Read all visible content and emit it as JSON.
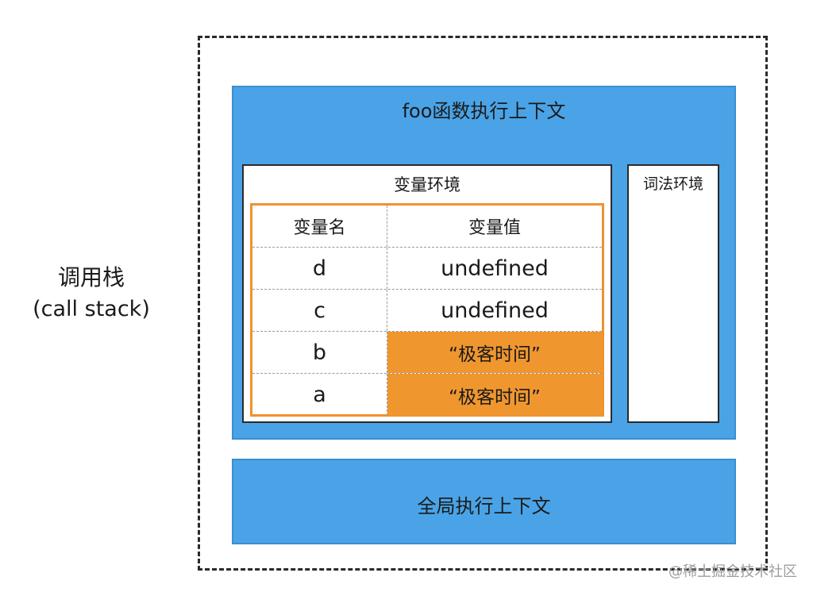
{
  "call_stack": {
    "title": "调用栈",
    "subtitle": "(call stack)"
  },
  "foo_context": {
    "title": "foo函数执行上下文",
    "variable_environment": {
      "title": "变量环境",
      "table": {
        "headers": [
          "变量名",
          "变量值"
        ],
        "rows": [
          {
            "name": "d",
            "value": "undefined",
            "highlighted": false
          },
          {
            "name": "c",
            "value": "undefined",
            "highlighted": false
          },
          {
            "name": "b",
            "value": "“极客时间”",
            "highlighted": true
          },
          {
            "name": "a",
            "value": "“极客时间”",
            "highlighted": true
          }
        ]
      }
    },
    "lexical_environment": {
      "title": "词法环境"
    }
  },
  "global_context": {
    "title": "全局执行上下文"
  },
  "watermark": "@稀土掘金技术社区",
  "colors": {
    "context_blue": "#4aa3e6",
    "table_border_orange": "#f0922e",
    "highlight_orange": "#f0962f"
  }
}
